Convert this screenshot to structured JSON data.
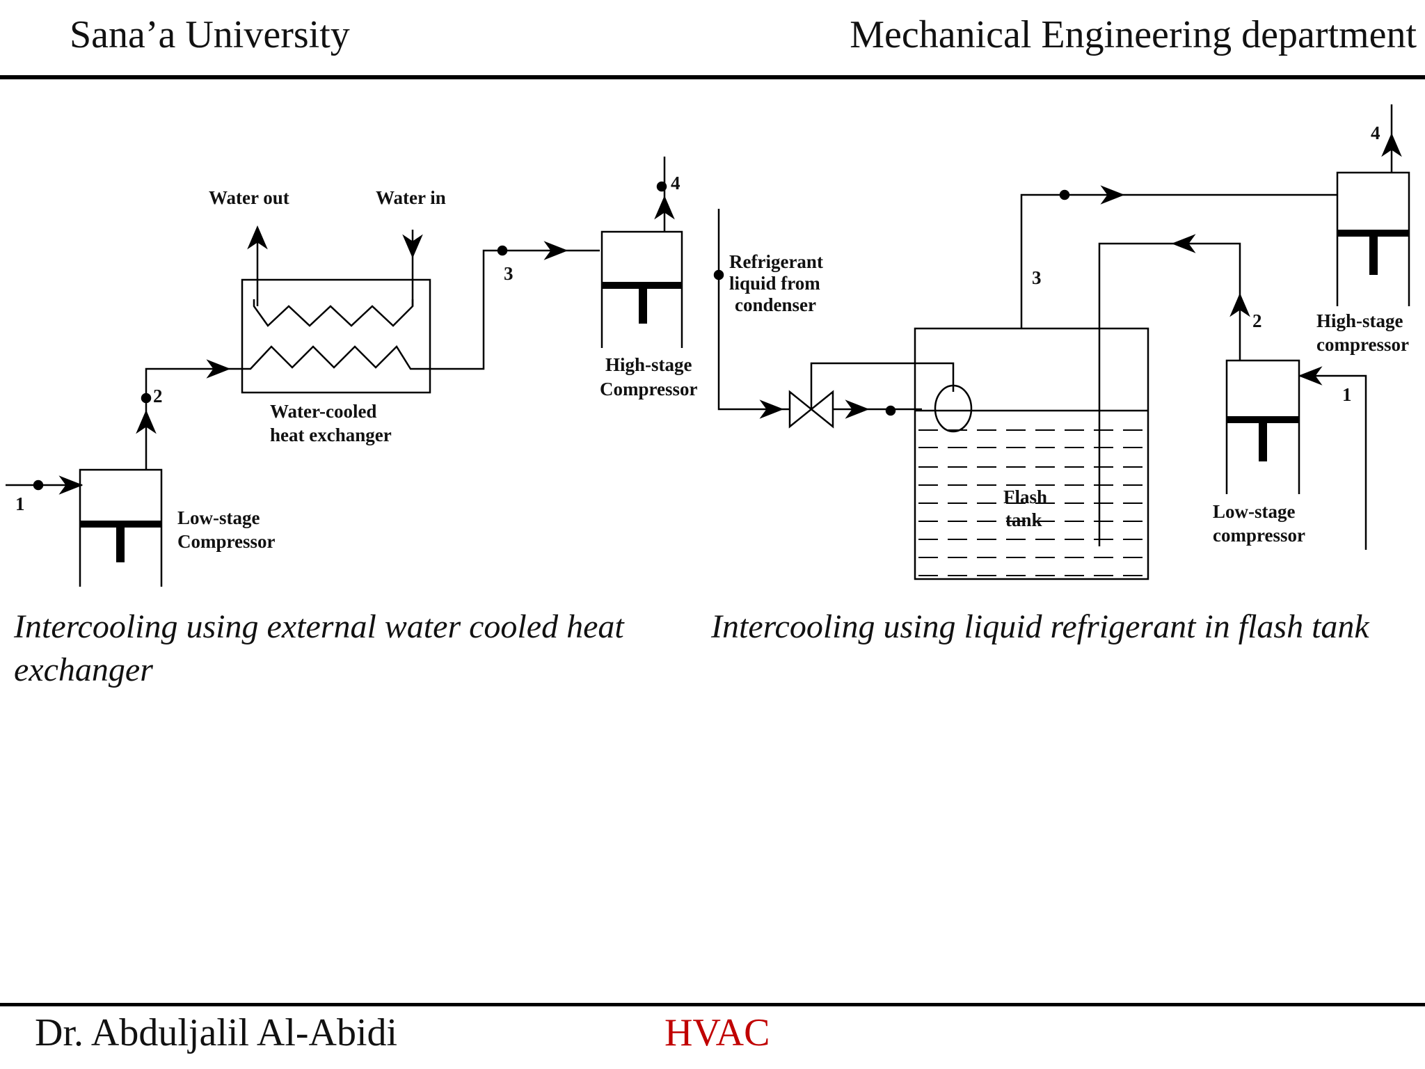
{
  "header": {
    "left": "Sana’a University",
    "right": "Mechanical  Engineering department"
  },
  "footer": {
    "author": "Dr. Abduljalil Al-Abidi",
    "course": "HVAC",
    "course_color": "#c00000"
  },
  "left_diagram": {
    "water_out": "Water out",
    "water_in": "Water in",
    "hx_line1": "Water-cooled",
    "hx_line2": "heat exchanger",
    "low_line1": "Low-stage",
    "low_line2": "Compressor",
    "high_line1": "High-stage",
    "high_line2": "Compressor",
    "state1": "1",
    "state2": "2",
    "state3": "3",
    "state4": "4",
    "caption": "Intercooling using external water cooled heat exchanger"
  },
  "right_diagram": {
    "ref_line1": "Refrigerant",
    "ref_line2": "liquid from",
    "ref_line3": "condenser",
    "flash_line1": "Flash",
    "flash_line2": "tank",
    "low_line1": "Low-stage",
    "low_line2": "compressor",
    "high_line1": "High-stage",
    "high_line2": "compressor",
    "state1": "1",
    "state2": "2",
    "state3": "3",
    "state4": "4",
    "caption": "Intercooling using liquid refrigerant in flash tank"
  }
}
